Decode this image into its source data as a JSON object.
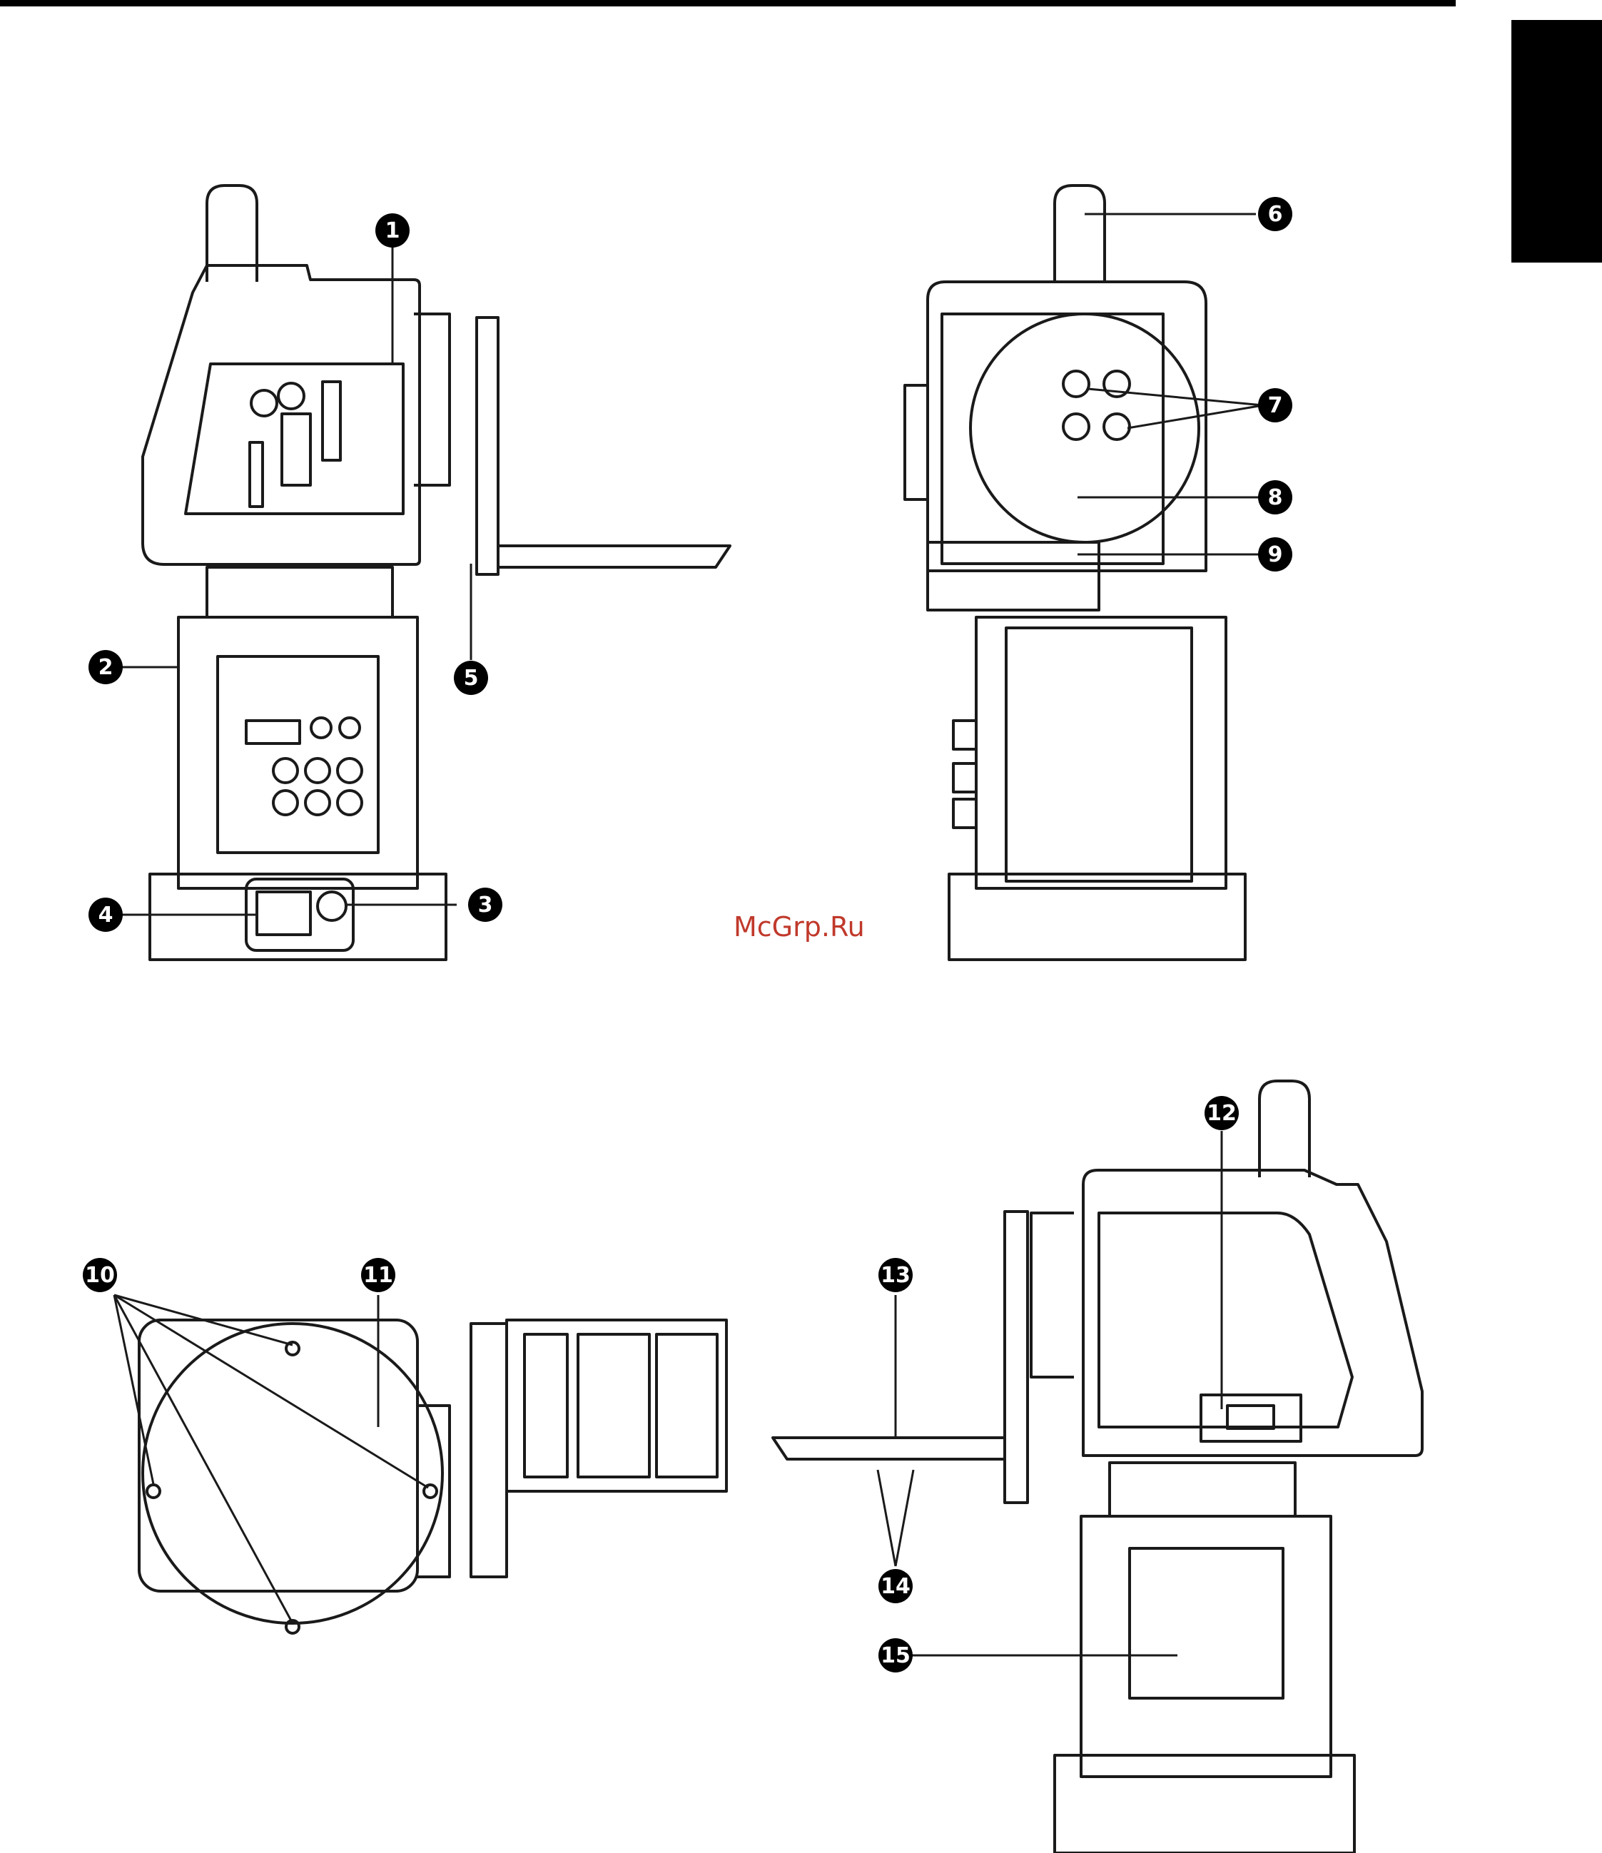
{
  "watermark": "McGrp.Ru",
  "callouts": [
    {
      "id": "c1",
      "text": "1"
    },
    {
      "id": "c2",
      "text": "2"
    },
    {
      "id": "c3",
      "text": "3"
    },
    {
      "id": "c4",
      "text": "4"
    },
    {
      "id": "c5",
      "text": "5"
    },
    {
      "id": "c6",
      "text": "6"
    },
    {
      "id": "c7",
      "text": "7"
    },
    {
      "id": "c8",
      "text": "8"
    },
    {
      "id": "c9",
      "text": "9"
    },
    {
      "id": "c10",
      "text": "10"
    },
    {
      "id": "c11",
      "text": "11"
    },
    {
      "id": "c12",
      "text": "12"
    },
    {
      "id": "c13",
      "text": "13"
    },
    {
      "id": "c14",
      "text": "14"
    },
    {
      "id": "c15",
      "text": "15"
    }
  ],
  "colors": {
    "line": "#1a1a1a",
    "tab": "#000000",
    "badge": "#000000",
    "watermark": "#c0392b"
  }
}
